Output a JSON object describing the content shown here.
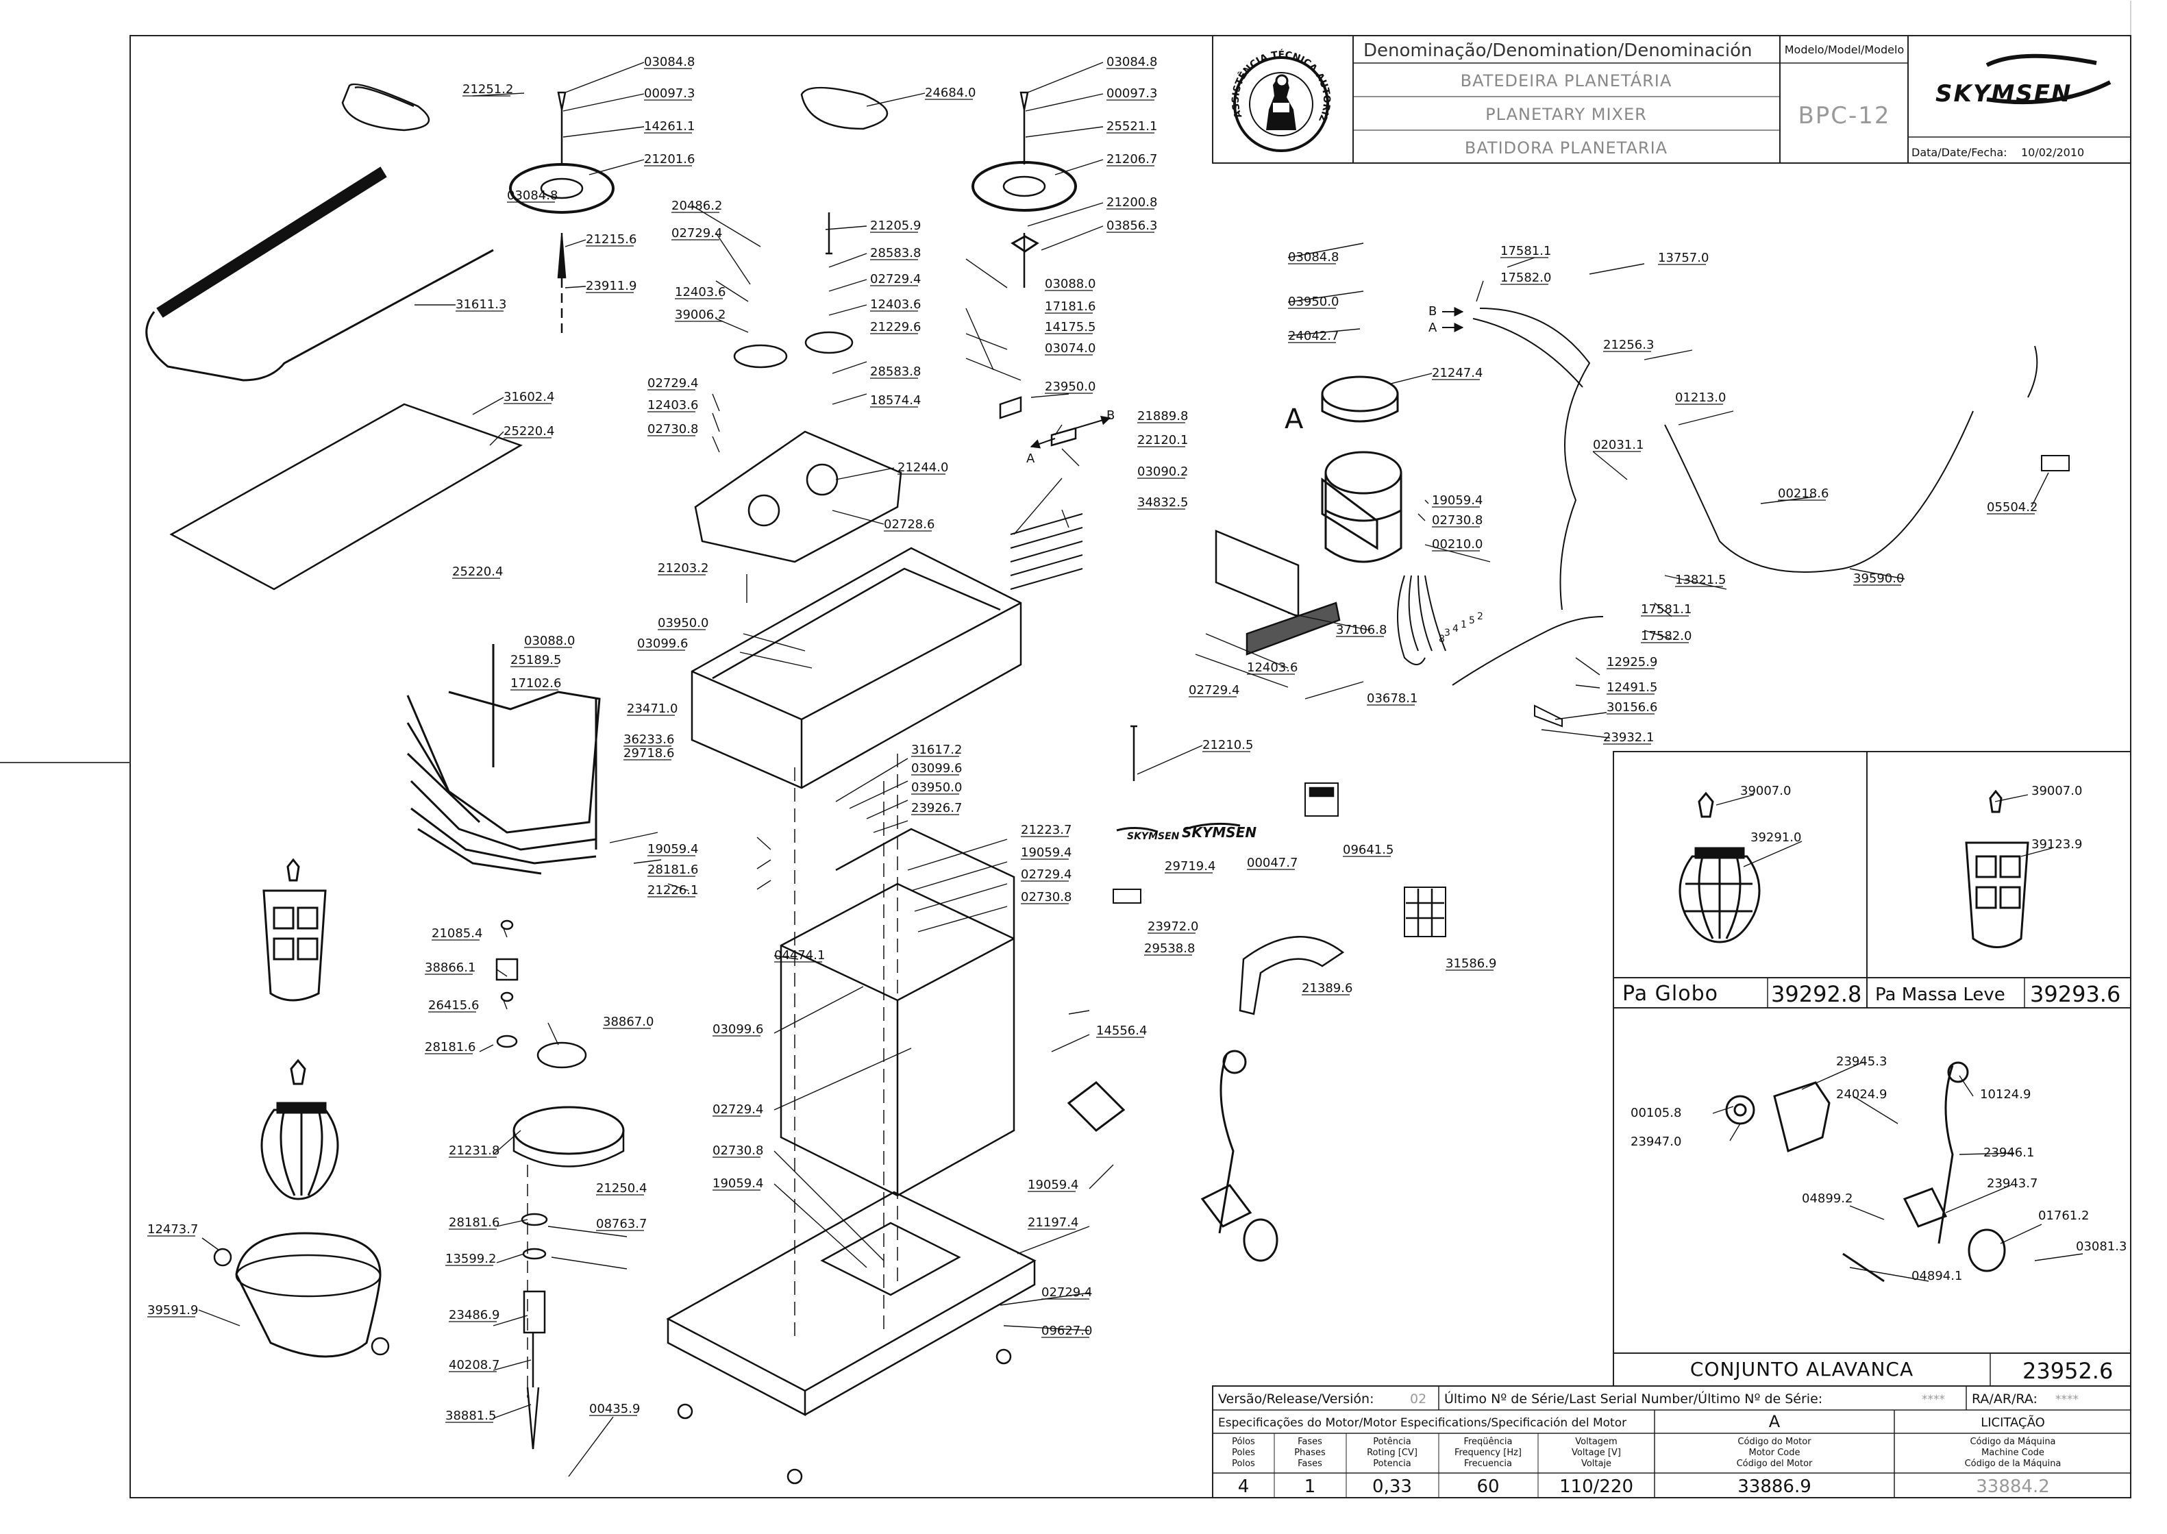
{
  "title_block": {
    "denomination_header": "Denominação/Denomination/Denominación",
    "names": [
      "BATEDEIRA PLANETÁRIA",
      "PLANETARY MIXER",
      "BATIDORA PLANETARIA"
    ],
    "model_header": "Modelo/Model/Modelo",
    "model": "BPC-12",
    "brand": "SKYMSEN",
    "date_label": "Data/Date/Fecha:",
    "date": "10/02/2010",
    "seal_text": "ASSISTÊNCIA TÉCNICA AUTORIZADA"
  },
  "release_block": {
    "version_label": "Versão/Release/Versión:",
    "version": "02",
    "serial_label": "Último Nº de Série/Last Serial Number/Último Nº de Série:",
    "serial": "****",
    "ra_label": "RA/AR/RA:",
    "ra": "****",
    "motor_spec_label": "Especificações do Motor/Motor Especifications/Specificación del Motor",
    "motor_letter": "A",
    "licitacao": "LICITAÇÃO",
    "columns": [
      {
        "header": [
          "Pólos",
          "Poles",
          "Polos"
        ],
        "value": "4"
      },
      {
        "header": [
          "Fases",
          "Phases",
          "Fases"
        ],
        "value": "1"
      },
      {
        "header": [
          "Potência",
          "Roting [CV]",
          "Potencia"
        ],
        "value": "0,33"
      },
      {
        "header": [
          "Freqüência",
          "Frequency [Hz]",
          "Frecuencia"
        ],
        "value": "60"
      },
      {
        "header": [
          "Voltagem",
          "Voltage [V]",
          "Voltaje"
        ],
        "value": "110/220"
      },
      {
        "header": [
          "Código do Motor",
          "Motor Code",
          "Código del Motor"
        ],
        "value": "33886.9"
      },
      {
        "header": [
          "Código da Máquina",
          "Machine Code",
          "Código de la Máquina"
        ],
        "value": "33884.2"
      }
    ]
  },
  "insets": {
    "globo": {
      "name": "Pa Globo",
      "code": "39292.8",
      "parts": [
        "39007.0",
        "39291.0"
      ]
    },
    "massa": {
      "name": "Pa Massa Leve",
      "code": "39293.6",
      "parts": [
        "39007.0",
        "39123.9"
      ]
    },
    "alavanca": {
      "name": "CONJUNTO ALAVANCA",
      "code": "23952.6",
      "parts": [
        "23945.3",
        "00105.8",
        "24024.9",
        "10124.9",
        "23947.0",
        "23946.1",
        "23943.7",
        "04899.2",
        "01761.2",
        "03081.3",
        "04894.1"
      ]
    }
  },
  "part_labels": {
    "upper_left": [
      "21251.2",
      "03084.8",
      "00097.3",
      "14261.1",
      "21201.6",
      "21215.6",
      "23911.9",
      "31611.3",
      "03084.8",
      "31602.4",
      "25220.4",
      "25220.4",
      "03088.0",
      "25189.5",
      "17102.6",
      "23471.0",
      "36233.6",
      "29718.6"
    ],
    "gearbox": [
      "20486.2",
      "02729.4",
      "12403.6",
      "39006.2",
      "21205.9",
      "28583.8",
      "02729.4",
      "12403.6",
      "21229.6",
      "28583.8",
      "18574.4",
      "02729.4",
      "12403.6",
      "02730.8",
      "21244.0",
      "02728.6",
      "21203.2",
      "03950.0",
      "03099.6"
    ],
    "upper_center": [
      "24684.0",
      "03084.8",
      "00097.3",
      "25521.1",
      "21206.7",
      "21200.8",
      "03856.3",
      "03088.0",
      "17181.6",
      "14175.5",
      "03074.0",
      "23950.0",
      "21889.8",
      "22120.1",
      "03090.2",
      "34832.5"
    ],
    "column": [
      "31617.2",
      "03099.6",
      "03950.0",
      "23926.7",
      "21210.5",
      "19059.4",
      "28181.6",
      "21226.1",
      "21223.7",
      "19059.4",
      "02729.4",
      "02730.8",
      "04474.1",
      "03099.6",
      "02729.4",
      "14556.4",
      "02730.8",
      "19059.4",
      "19059.4",
      "21197.4",
      "02729.4",
      "09627.0"
    ],
    "lower_left": [
      "21085.4",
      "38866.1",
      "26415.6",
      "28181.6",
      "38867.0",
      "21231.8",
      "28181.6",
      "21250.4",
      "08763.7",
      "13599.2",
      "23486.9",
      "40208.7",
      "38881.5",
      "00435.9",
      "12473.7",
      "39591.9"
    ],
    "labels_area": [
      "29719.4",
      "00047.7",
      "09641.5",
      "23972.0",
      "29538.8",
      "31586.9",
      "21389.6"
    ],
    "motor": [
      "03084.8",
      "03950.0",
      "24042.7",
      "21247.4",
      "19059.4",
      "02730.8",
      "00210.0",
      "37106.8",
      "12403.6",
      "02729.4",
      "03678.1"
    ],
    "electrical": [
      "17581.1",
      "17582.0",
      "13757.0",
      "21256.3",
      "01213.0",
      "02031.1",
      "00218.6",
      "05504.2",
      "39590.0",
      "13821.5",
      "17581.1",
      "17582.0",
      "12925.9",
      "12491.5",
      "30156.6",
      "23932.1"
    ],
    "motor_marker": "A",
    "arrow_marks": [
      "B",
      "A",
      "B",
      "A"
    ],
    "wire_marks": [
      "8",
      "3",
      "4",
      "1",
      "5",
      "2"
    ]
  }
}
